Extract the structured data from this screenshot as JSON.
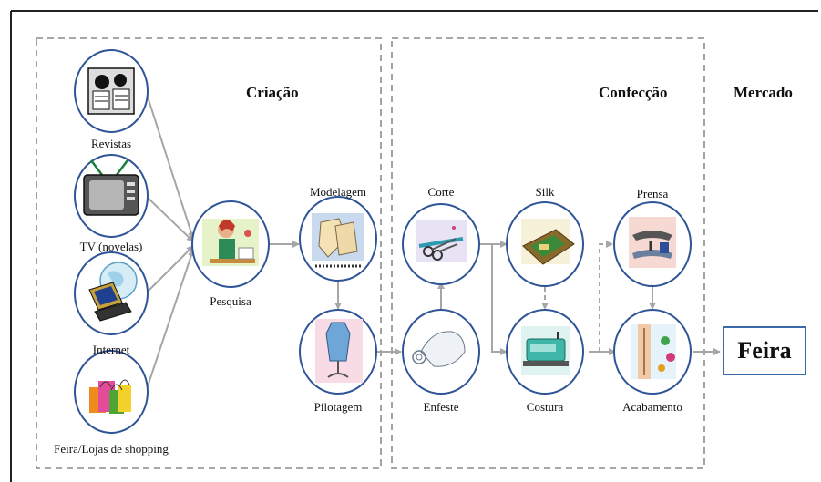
{
  "sections": {
    "criacao": "Criação",
    "confeccao": "Confecção",
    "mercado": "Mercado"
  },
  "sources": [
    {
      "label": "Revistas",
      "icon": "magazine-readers-icon"
    },
    {
      "label": "TV (novelas)",
      "icon": "television-icon"
    },
    {
      "label": "Internet",
      "icon": "laptop-globe-icon"
    },
    {
      "label": "Feira/Lojas de shopping",
      "icon": "shopping-bags-icon"
    }
  ],
  "steps": {
    "pesquisa": "Pesquisa",
    "modelagem": "Modelagem",
    "pilotagem": "Pilotagem",
    "corte": "Corte",
    "enfeste": "Enfeste",
    "silk": "Silk",
    "costura": "Costura",
    "prensa": "Prensa",
    "acabamento": "Acabamento"
  },
  "destination": "Feira",
  "colors": {
    "circle_border": "#2f5597",
    "arrow": "#a6a6a6",
    "dash": "#8c8c8c",
    "feira_border": "#3a6aa8"
  }
}
